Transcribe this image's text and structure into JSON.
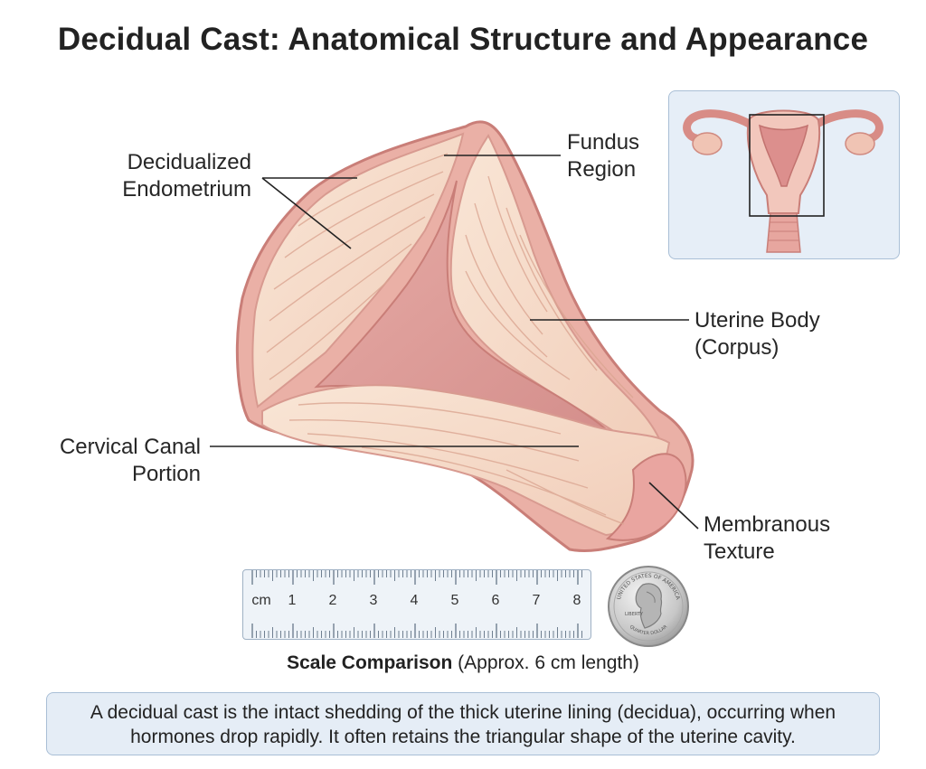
{
  "title": "Decidual Cast: Anatomical Structure and Appearance",
  "labels": {
    "decidualized": [
      "Decidualized",
      "Endometrium"
    ],
    "fundus": [
      "Fundus",
      "Region"
    ],
    "uterine_body": [
      "Uterine Body",
      "(Corpus)"
    ],
    "cervical": [
      "Cervical Canal",
      "Portion"
    ],
    "membranous": [
      "Membranous",
      "Texture"
    ]
  },
  "ruler": {
    "unit": "cm",
    "numbers": [
      "1",
      "2",
      "3",
      "4",
      "5",
      "6",
      "7",
      "8"
    ]
  },
  "coin": {
    "top_text": "UNITED STATES OF AMERICA",
    "liberty_text": "LIBERTY",
    "bottom_text": "QUARTER DOLLAR"
  },
  "scale_caption": {
    "bold": "Scale Comparison",
    "rest": " (Approx. 6 cm length)"
  },
  "note_lines": [
    "A decidual cast is the intact shedding of the thick uterine lining (decidua), occurring when",
    "hormones drop rapidly. It often retains the triangular shape of the uterine cavity."
  ],
  "colors": {
    "tissue_light": "#f6dccb",
    "tissue_pink": "#e9a9a2",
    "cavity": "#dd9c9a",
    "outline": "#c97e78",
    "inset_bg": "#e6eef7"
  }
}
